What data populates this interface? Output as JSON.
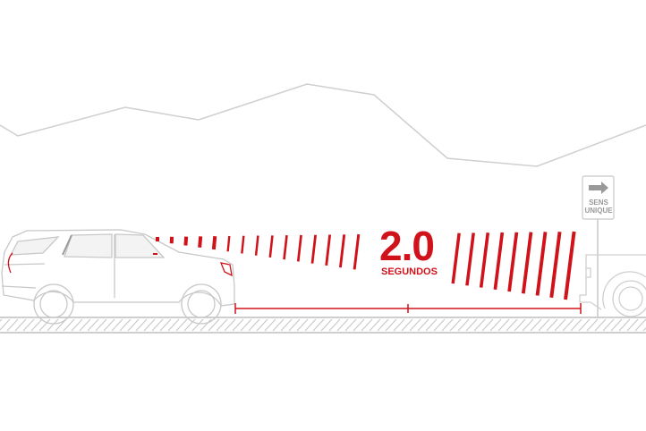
{
  "headline": {
    "value": "2.0",
    "unit": "SEGUNDOS"
  },
  "sign": {
    "line1": "SENS",
    "line2": "UNIQUE",
    "icon": "arrow-right-icon"
  },
  "colors": {
    "accent": "#d0121b",
    "outline": "#c8c8c8",
    "sign": "#999999"
  }
}
